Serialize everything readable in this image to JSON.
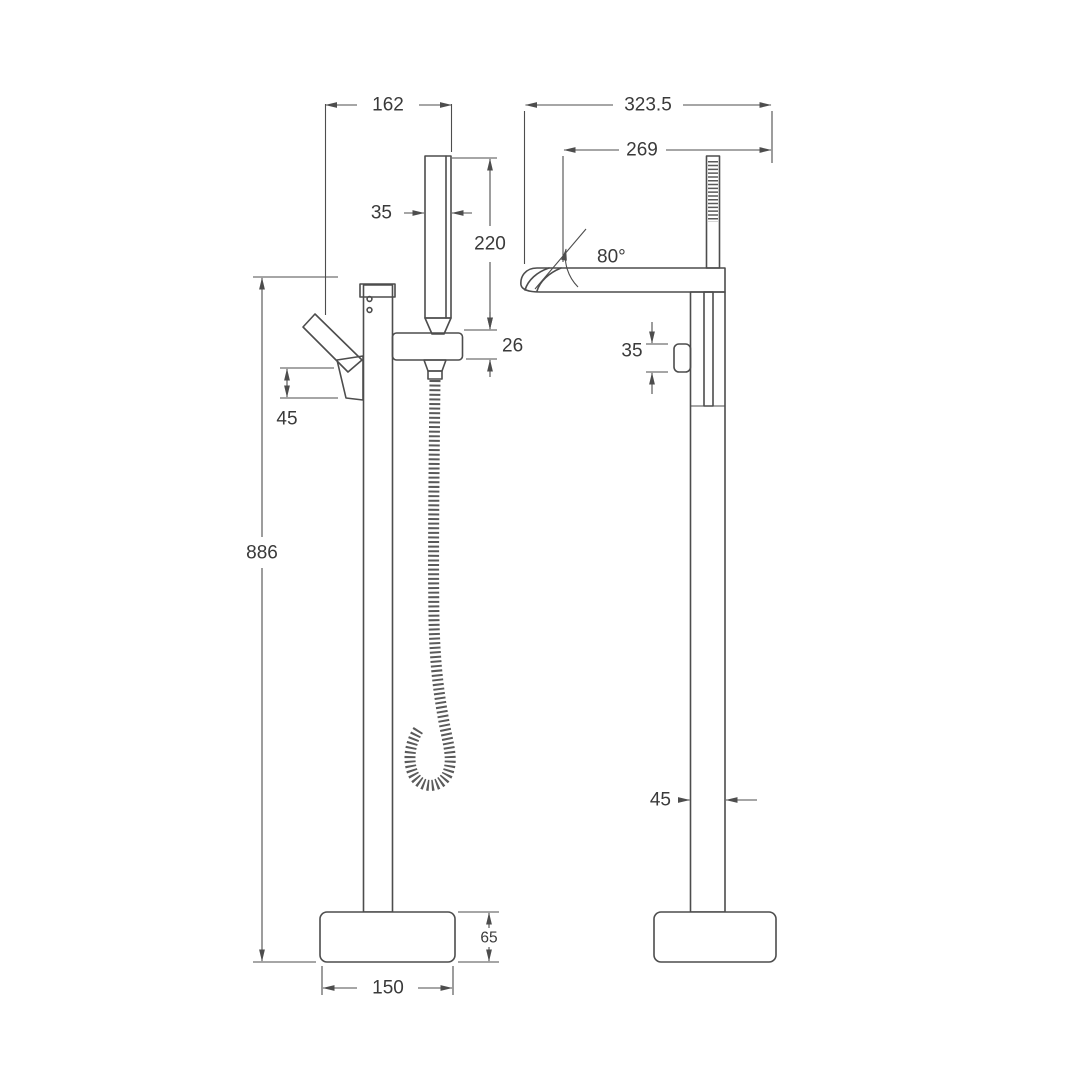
{
  "drawing": {
    "type": "technical-dimension-drawing",
    "subject": "freestanding-bath-mixer-with-hand-shower",
    "background": "#ffffff",
    "line_color": "#4d4d4d",
    "text_color": "#3a3a3a",
    "views": {
      "side": {
        "name": "side-view",
        "dims": {
          "overall_width": "162",
          "handset_width": "35",
          "handset_height": "220",
          "spout_thickness": "26",
          "handle_depth": "45",
          "overall_height": "886",
          "base_height": "65",
          "base_diameter": "150"
        }
      },
      "front": {
        "name": "front-view",
        "dims": {
          "overall_depth": "323.5",
          "spout_reach": "269",
          "spout_angle": "80°",
          "diverter_height": "35",
          "column_width": "45"
        }
      }
    }
  }
}
